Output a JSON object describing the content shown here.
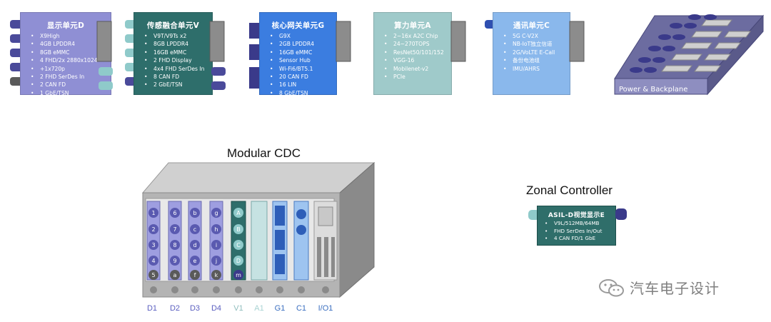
{
  "units": [
    {
      "title": "显示单元D",
      "items": [
        "X9High",
        "4GB LPDDR4",
        "8GB eMMC",
        "4 FHD/2x 2880x1024",
        "+1x720p",
        "2 FHD SerDes In",
        "2 CAN FD",
        "1 GbE/TSN"
      ],
      "color": "#8f8fd4"
    },
    {
      "title": "传感融合单元V",
      "items": [
        "V9T/V9Ts x2",
        "8GB LPDDR4",
        "16GB eMMC",
        "2 FHD Display",
        "4x4 FHD SerDes In",
        "8 CAN FD",
        "2 GbE/TSN"
      ],
      "color": "#2e6e6b"
    },
    {
      "title": "核心网关单元G",
      "items": [
        "G9X",
        "2GB LPDDR4",
        "16GB eMMC",
        "Sensor Hub",
        "Wi-Fi6/BT5.1",
        "20 CAN FD",
        "16 LIN",
        "8 GbE/TSN"
      ],
      "color": "#3b7de0"
    },
    {
      "title": "算力单元A",
      "items": [
        "2~16x A2C Chip",
        "24~270TOPS",
        "ResNet50/101/152",
        "VGG-16",
        "Mobilenet-v2",
        "PCIe"
      ],
      "color": "#9fcaca"
    },
    {
      "title": "通讯单元C",
      "items": [
        "5G C-V2X",
        "NB-IoT独立信道",
        "2G/VoLTE E-Call",
        "备份电池组",
        "IMU/AHRS"
      ],
      "color": "#8ab8ec"
    }
  ],
  "backplane_label": "Power & Backplane",
  "cdc_title": "Modular CDC",
  "zonal_title": "Zonal Controller",
  "zonal_unit": {
    "title": "ASIL-D视觉显示E",
    "items": [
      "V9L/512MB/64MB",
      "FHD SerDes In/Out",
      "4 CAN FD/1 GbE"
    ]
  },
  "slot_labels": [
    {
      "text": "D1",
      "color": "#5b5fc0"
    },
    {
      "text": "D2",
      "color": "#5b5fc0"
    },
    {
      "text": "D3",
      "color": "#5b5fc0"
    },
    {
      "text": "D4",
      "color": "#5b5fc0"
    },
    {
      "text": "V1",
      "color": "#8fbdbd"
    },
    {
      "text": "A1",
      "color": "#a9d3d3"
    },
    {
      "text": "G1",
      "color": "#3b6fc0"
    },
    {
      "text": "C1",
      "color": "#3b6fc0"
    },
    {
      "text": "I/O1",
      "color": "#3b6fc0"
    }
  ],
  "slot_buttons": {
    "D1": [
      "1",
      "2",
      "3",
      "4",
      "5"
    ],
    "D2": [
      "6",
      "7",
      "8",
      "9",
      "a"
    ],
    "D3": [
      "b",
      "c",
      "d",
      "e",
      "f"
    ],
    "D4": [
      "g",
      "h",
      "i",
      "j",
      "k"
    ],
    "V1": [
      "A",
      "B",
      "C",
      "D",
      "m"
    ]
  },
  "watermark": "汽车电子设计"
}
